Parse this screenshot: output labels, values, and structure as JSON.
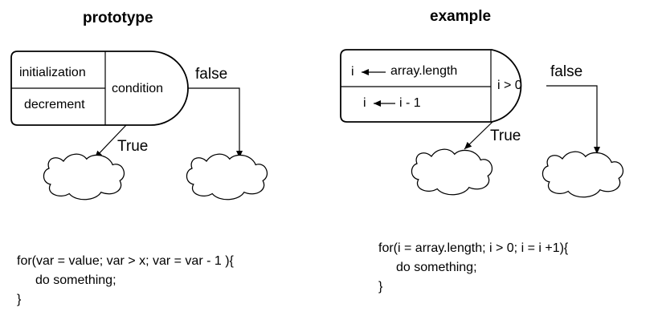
{
  "prototype": {
    "title": "prototype",
    "initialization": "initialization",
    "decrement": "decrement",
    "condition": "condition",
    "false_label": "false",
    "true_label": "True",
    "code": {
      "line1": "for(var = value; var > x; var = var - 1 ){",
      "line2": "do something;",
      "line3": "}"
    }
  },
  "example": {
    "title": "example",
    "init_var": "i",
    "init_value": "array.length",
    "update_var": "i",
    "update_value": "i - 1",
    "condition": "i > 0",
    "false_label": "false",
    "true_label": "True",
    "code": {
      "line1": "for(i = array.length; i > 0; i = i +1){",
      "line2": "do something;",
      "line3": "}"
    }
  }
}
